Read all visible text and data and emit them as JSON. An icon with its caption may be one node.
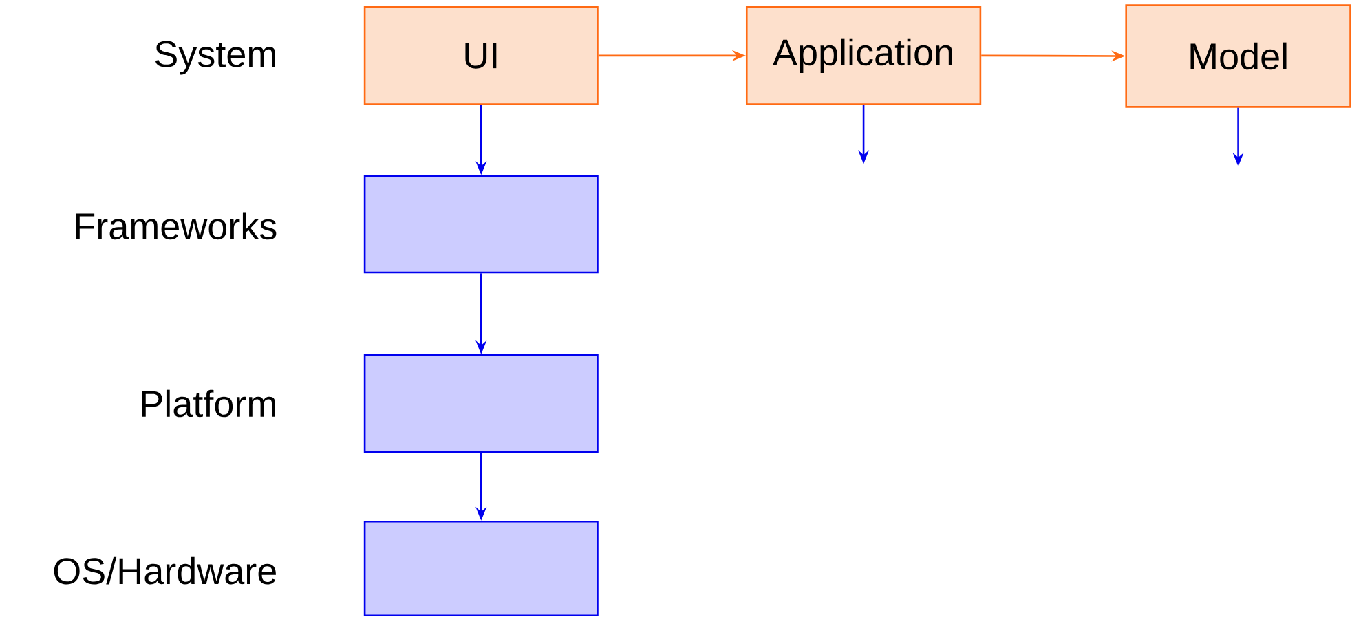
{
  "diagram": {
    "nodes": [
      {
        "text": [
          "UI"
        ]
      },
      {
        "text": [
          "Application"
        ]
      },
      {
        "text": [
          "Model"
        ]
      },
      {
        "text": [],
        "shape": "box"
      },
      {
        "text": [],
        "shape": "box"
      },
      {
        "text": [],
        "shape": "box"
      }
    ],
    "edges": [
      {
        "from": 0,
        "to": 1,
        "arrow": "to",
        "color": "#ff6a13"
      },
      {
        "from": 1,
        "to": 2,
        "arrow": "to",
        "color": "#ff6a13"
      },
      {
        "from": 0,
        "to": 3,
        "arrow": "to"
      },
      {
        "from": 3,
        "to": 4,
        "arrow": "to"
      },
      {
        "from": 4,
        "to": 5,
        "arrow": "to"
      },
      {
        "from": 1,
        "to": null,
        "arrow": "to"
      },
      {
        "from": 2,
        "to": null,
        "arrow": "to"
      }
    ],
    "labels": [
      "System",
      "Frameworks",
      "Platform",
      "OS/Hardware"
    ]
  }
}
